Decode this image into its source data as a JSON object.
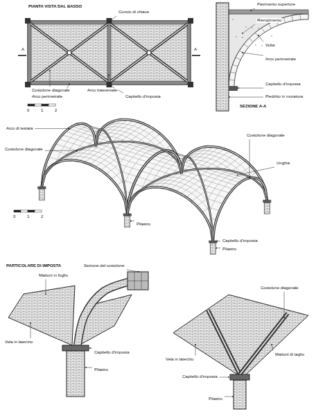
{
  "diagram": {
    "labels": [
      "PIANTA VISTA DAL BASSO",
      "Concio di chiave",
      "A",
      "A",
      "Costolone diagonale",
      "Arco perimetrale",
      "Arco trasversale",
      "Capitello d'imposta",
      "0",
      "1",
      "2",
      "Pavimento superiore",
      "Riempimento",
      "Volta",
      "Arco perimetrale",
      "Capitello d'imposta",
      "Piedritto in muratura",
      "SEZIONE A-A",
      "Arco di testata",
      "Costolone diagonale",
      "Unghia",
      "Capitello d'imposta",
      "Pilastro",
      "Pilastro",
      "Costolone diagonale",
      "0",
      "1",
      "2",
      "PARTICOLARE DI IMPOSTA",
      "Mattoni in foglio",
      "Sezione del costolone",
      "Vela in laterizio",
      "Capitello d'imposta",
      "Pilastro",
      "Costolone diagonale",
      "Mattoni di taglio",
      "Vela in laterizio",
      "Capitello d'imposta",
      "Pilastro"
    ]
  }
}
